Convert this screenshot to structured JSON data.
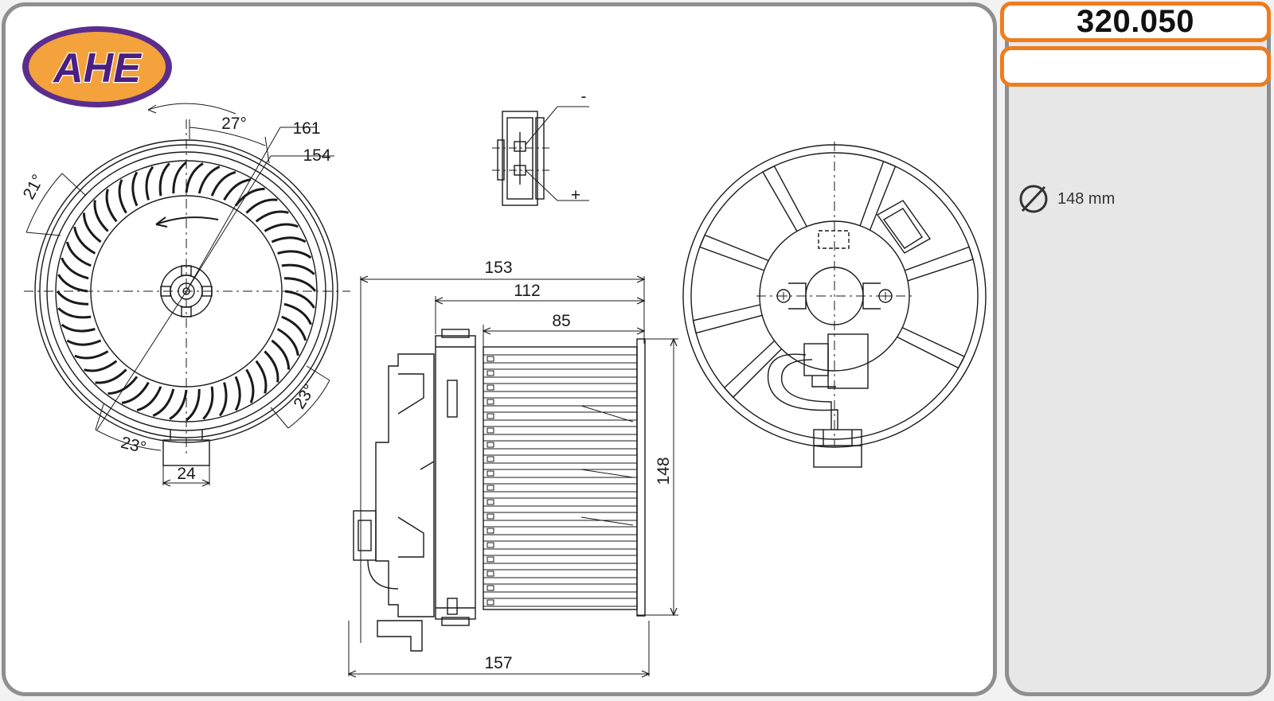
{
  "header": {
    "part_number": "320.050",
    "secondary": ""
  },
  "brand": {
    "logo_text": "AHE",
    "colors": {
      "purple": "#5b2d8e",
      "orange": "#f4a23c"
    }
  },
  "specs": {
    "diameter_icon": "diameter-icon",
    "diameter_value": "148 mm"
  },
  "dimensions": {
    "angle_top": "27°",
    "outer_diameter": "161",
    "inner_diameter": "154",
    "angle_left": "21°",
    "angle_right": "23°",
    "angle_bottom": "23°",
    "plug_width": "24",
    "total_length": "153",
    "housing_length": "112",
    "wheel_length": "85",
    "height": "148",
    "base_length": "157"
  },
  "connector": {
    "minus_label": "-",
    "plus_label": "+"
  },
  "theme": {
    "accent_orange": "#ee7d1f",
    "frame_gray": "#8f8f8f",
    "line": "#1a1a1a"
  }
}
